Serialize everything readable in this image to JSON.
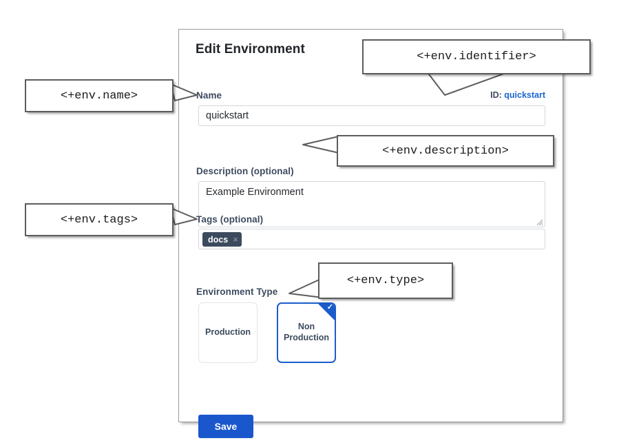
{
  "panel": {
    "title": "Edit Environment",
    "id_prefix": "ID:",
    "id_value": "quickstart",
    "fields": {
      "name_label": "Name",
      "name_value": "quickstart",
      "description_label": "Description (optional)",
      "description_value": "Example Environment",
      "tags_label": "Tags (optional)",
      "tag_value": "docs",
      "tag_remove_icon": "×",
      "env_type_label": "Environment Type"
    },
    "env_types": [
      {
        "label": "Production",
        "selected": false
      },
      {
        "label": "Non Production",
        "selected": true
      }
    ],
    "selected_check_icon": "✓",
    "save_label": "Save"
  },
  "callouts": [
    {
      "key": "name",
      "text": "<+env.name>"
    },
    {
      "key": "identifier",
      "text": "<+env.identifier>"
    },
    {
      "key": "description",
      "text": "<+env.description>"
    },
    {
      "key": "tags",
      "text": "<+env.tags>"
    },
    {
      "key": "type",
      "text": "<+env.type>"
    }
  ],
  "colors": {
    "accent_blue": "#1a56cc",
    "link_blue": "#1a66d0",
    "label_slate": "#3d4b5e",
    "tag_chip_bg": "#3c4a5d",
    "panel_border": "#9a9a9a",
    "callout_border": "#5c5c5c"
  }
}
